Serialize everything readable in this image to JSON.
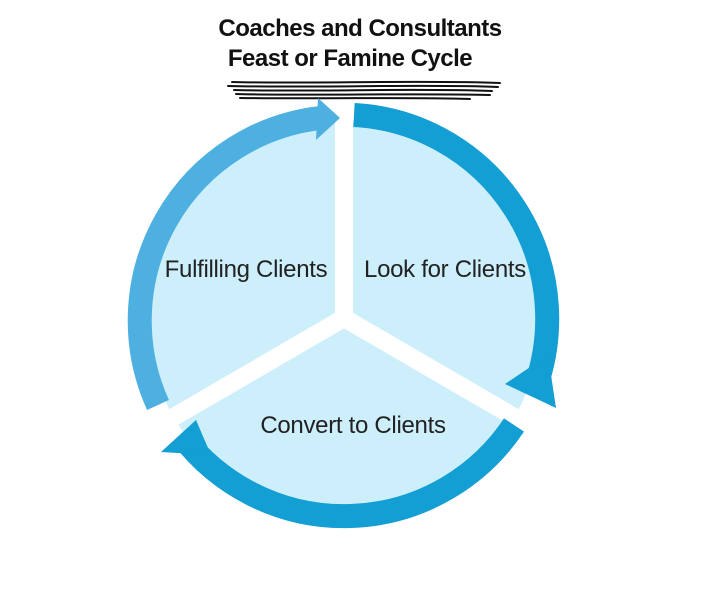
{
  "title": {
    "line1": "Coaches and Consultants",
    "line2": "Feast or Famine Cycle"
  },
  "segments": [
    {
      "label": "Look for Clients"
    },
    {
      "label": "Convert to Clients"
    },
    {
      "label": "Fulfilling Clients"
    }
  ],
  "colors": {
    "segment_fill": "#cdeefb",
    "arrow_dark": "#139ed4",
    "arrow_light": "#4db0e0",
    "divider": "#ffffff",
    "underline": "#111111"
  }
}
